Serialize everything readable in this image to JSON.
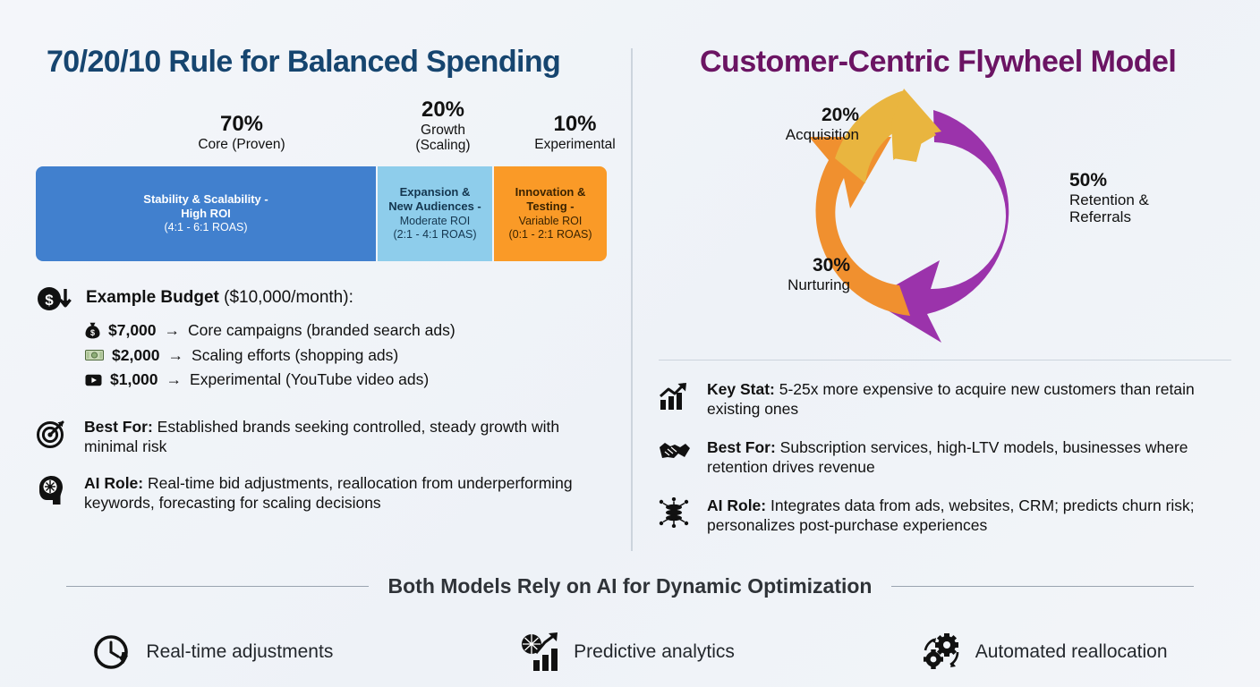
{
  "left": {
    "title": "70/20/10 Rule for Balanced Spending",
    "allocations": [
      {
        "pct": "70%",
        "label": "Core (Proven)"
      },
      {
        "pct": "20%",
        "label_line1": "Growth",
        "label_line2": "(Scaling)"
      },
      {
        "pct": "10%",
        "label": "Experimental"
      }
    ],
    "bar_segments": [
      {
        "heading_line1": "Stability & Scalability -",
        "heading_line2": "High ROI",
        "detail": "(4:1 - 6:1 ROAS)",
        "color": "#4180ce",
        "width_pct": "70%"
      },
      {
        "heading_line1": "Expansion &",
        "heading_line2": "New Audiences -",
        "detail_line1": "Moderate ROI",
        "detail_line2": "(2:1 - 4:1 ROAS)",
        "color": "#8ecdeb",
        "width_pct": "20%"
      },
      {
        "heading_line1": "Innovation &",
        "heading_line2": "Testing -",
        "detail_line1": "Variable ROI",
        "detail_line2": "(0:1 - 2:1 ROAS)",
        "color": "#fa9a27",
        "width_pct": "10%"
      }
    ],
    "budget": {
      "icon": "money-bag-down-arrow-icon",
      "label_bold": "Example Budget",
      "label_rest": " ($10,000/month):",
      "items": [
        {
          "icon": "money-bag-icon",
          "amount": "$7,000",
          "arrow": "→",
          "text": "Core campaigns (branded search ads)"
        },
        {
          "icon": "banknotes-icon",
          "amount": "$2,000",
          "arrow": "→",
          "text": "Scaling efforts (shopping ads)"
        },
        {
          "icon": "video-play-icon",
          "amount": "$1,000",
          "arrow": "→",
          "text": "Experimental (YouTube video ads)"
        }
      ]
    },
    "rows": [
      {
        "icon": "target-arrow-icon",
        "label": "Best For:",
        "text": " Established brands seeking controlled, steady growth with minimal risk"
      },
      {
        "icon": "brain-head-icon",
        "label": "AI Role:",
        "text": " Real-time bid adjustments, reallocation from underperforming keywords, forecasting for scaling decisions"
      }
    ]
  },
  "right": {
    "title": "Customer-Centric Flywheel Model",
    "flywheel": [
      {
        "pct": "20%",
        "label": "Acquisition",
        "color": "#e9b53f",
        "position": "top-left"
      },
      {
        "pct": "30%",
        "label": "Nurturing",
        "color": "#f0902f",
        "position": "bottom-left"
      },
      {
        "pct": "50%",
        "label_line1": "Retention &",
        "label_line2": "Referrals",
        "color": "#9b33ab",
        "position": "right"
      }
    ],
    "rows": [
      {
        "icon": "growth-chart-icon",
        "label": "Key Stat:",
        "text": " 5-25x more expensive to acquire new customers than retain existing ones"
      },
      {
        "icon": "handshake-icon",
        "label": "Best For:",
        "text": " Subscription services, high-LTV models, businesses where retention drives revenue"
      },
      {
        "icon": "data-network-icon",
        "label": "AI Role:",
        "text": " Integrates data from ads, websites, CRM; predicts churn risk; personalizes post-purchase experiences"
      }
    ]
  },
  "footer": {
    "title": "Both Models Rely on AI for Dynamic Optimization",
    "items": [
      {
        "icon": "clock-rotate-icon",
        "label": "Real-time adjustments"
      },
      {
        "icon": "brain-bar-chart-icon",
        "label": "Predictive analytics"
      },
      {
        "icon": "gears-rotate-icon",
        "label": "Automated reallocation"
      }
    ]
  },
  "colors": {
    "title_blue": "#16456f",
    "title_purple": "#6b1463",
    "core_blue": "#4180ce",
    "growth_light_blue": "#8ecdeb",
    "experimental_orange": "#fa9a27",
    "flywheel_yellow": "#e9b53f",
    "flywheel_orange": "#f0902f",
    "flywheel_purple": "#9b33ab",
    "background": "#f2f5f9"
  }
}
